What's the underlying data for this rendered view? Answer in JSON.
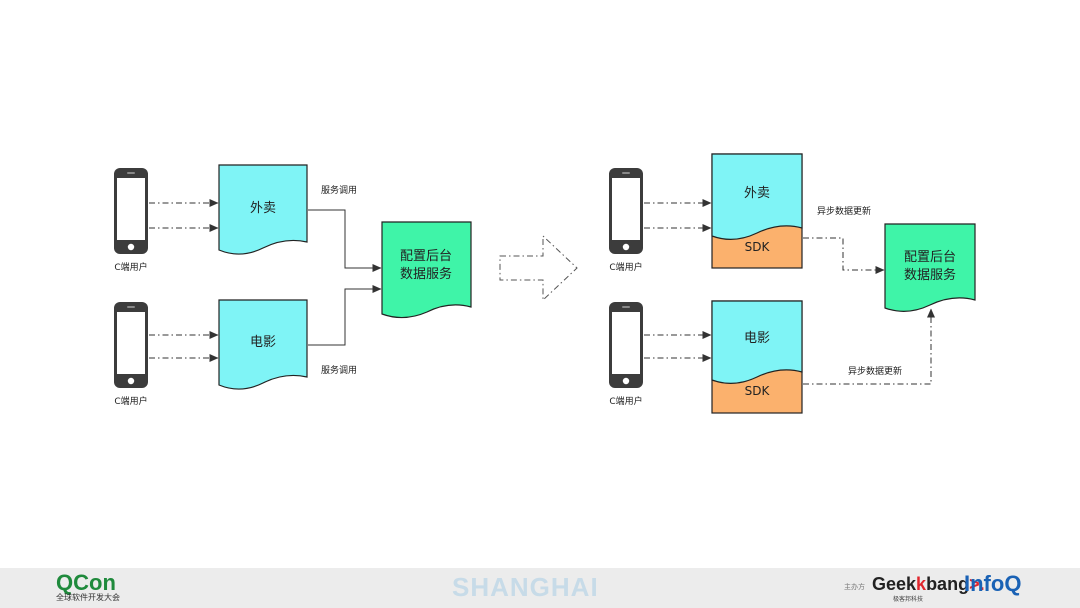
{
  "diagram": {
    "left": {
      "user_label_top": "C端用户",
      "user_label_bottom": "C端用户",
      "service_top": "外卖",
      "service_bottom": "电影",
      "call_label_top": "服务调用",
      "call_label_bottom": "服务调用",
      "backend_line1": "配置后台",
      "backend_line2": "数据服务"
    },
    "right": {
      "user_label_top": "C端用户",
      "user_label_bottom": "C端用户",
      "service_top": "外卖",
      "service_bottom": "电影",
      "sdk_top": "SDK",
      "sdk_bottom": "SDK",
      "update_label_top": "异步数据更新",
      "update_label_bottom": "异步数据更新",
      "backend_line1": "配置后台",
      "backend_line2": "数据服务"
    }
  },
  "footer": {
    "brand": "QCon",
    "brand_sub": "全球软件开发大会",
    "city": "SHANGHAI",
    "host_label": "主办方",
    "geekbang_a": "Geek",
    "geekbang_b": "bang",
    "geekbang_c": ">.",
    "geekbang_sub": "极客邦科技",
    "infoq": "InfoQ"
  },
  "colors": {
    "service_fill": "#7ff4f6",
    "backend_fill": "#3ff4a8",
    "sdk_fill": "#fbb16d",
    "stroke": "#222222",
    "phone": "#3c3c3c"
  },
  "icons": [
    "smartphone-icon",
    "hollow-arrow-icon"
  ]
}
